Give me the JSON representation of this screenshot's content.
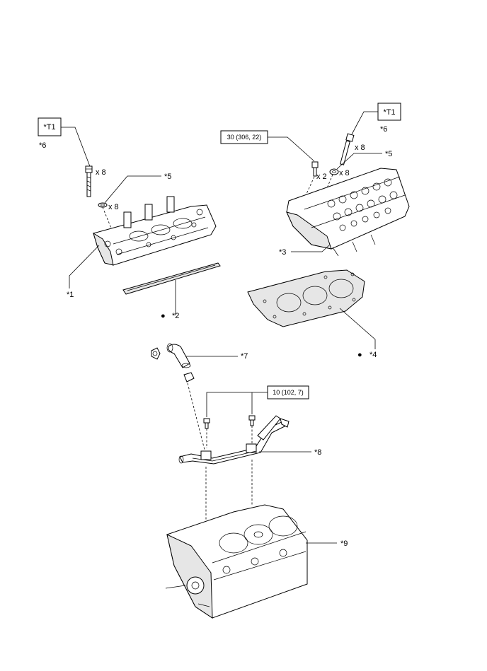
{
  "labels": {
    "c1": "*1",
    "c2": "*2",
    "c3": "*3",
    "c4": "*4",
    "c5_left": "*5",
    "c5_right": "*5",
    "c6_left": "*6",
    "c6_right": "*6",
    "c7": "*7",
    "c8": "*8",
    "c9": "*9"
  },
  "boxes": {
    "t1_left": "*T1",
    "t1_right": "*T1",
    "torque_head_bolt": "30 (306, 22)",
    "torque_pipe_bolt": "10 (102, 7)"
  },
  "quantities": {
    "left_bolts": "x 8",
    "left_washers": "x 8",
    "right_bolts": "x 8",
    "right_washers": "x 8",
    "right_small_bolts": "x 2"
  },
  "symbols": {
    "new_part_marker": "●"
  },
  "icons": {
    "cylinder_head": "cylinder-head-illustration",
    "gasket": "head-gasket-illustration",
    "bolt": "bolt-icon",
    "washer": "washer-icon",
    "hose": "bypass-hose-illustration",
    "pipe": "water-bypass-pipe-illustration",
    "block": "cylinder-block-illustration"
  }
}
